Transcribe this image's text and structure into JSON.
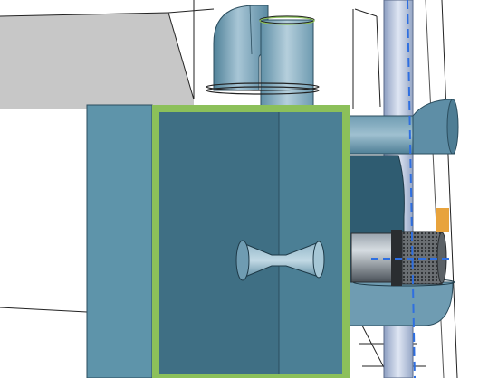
{
  "viewport": {
    "background": "#ffffff",
    "view": "3d-model-viewport"
  },
  "scene": {
    "parts": [
      "elbow-pipe",
      "vertical-pipe",
      "housing-box",
      "nozzle",
      "side-duct",
      "burner",
      "vertical-rod"
    ],
    "selection": {
      "part": "housing-box",
      "highlight_color": "#8cc05a"
    },
    "axis": {
      "style": "dashed",
      "color": "#2f6fe0"
    },
    "colors": {
      "box_dark": "#3f6f84",
      "box_light": "#5e94aa",
      "pipe": "#7fa9bf",
      "rod": "#b9c6dd",
      "backdrop": "#c7c7c7",
      "marker": "#e8a33c"
    }
  }
}
